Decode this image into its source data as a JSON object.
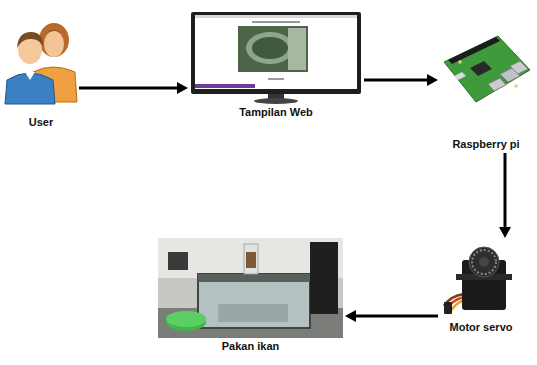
{
  "diagram": {
    "nodes": [
      {
        "text": [
          "User"
        ]
      },
      {
        "text": [
          "Tampilan Web"
        ]
      },
      {
        "text": [
          "Raspberry pi"
        ]
      },
      {
        "text": [
          "Motor servo"
        ]
      },
      {
        "text": [
          "Pakan ikan"
        ]
      }
    ],
    "edges": [
      {
        "from": 0,
        "to": 1,
        "arrow": "to"
      },
      {
        "from": 1,
        "to": 2,
        "arrow": "to"
      },
      {
        "from": 2,
        "to": 3,
        "arrow": "to"
      },
      {
        "from": 3,
        "to": 4,
        "arrow": "to"
      }
    ]
  }
}
